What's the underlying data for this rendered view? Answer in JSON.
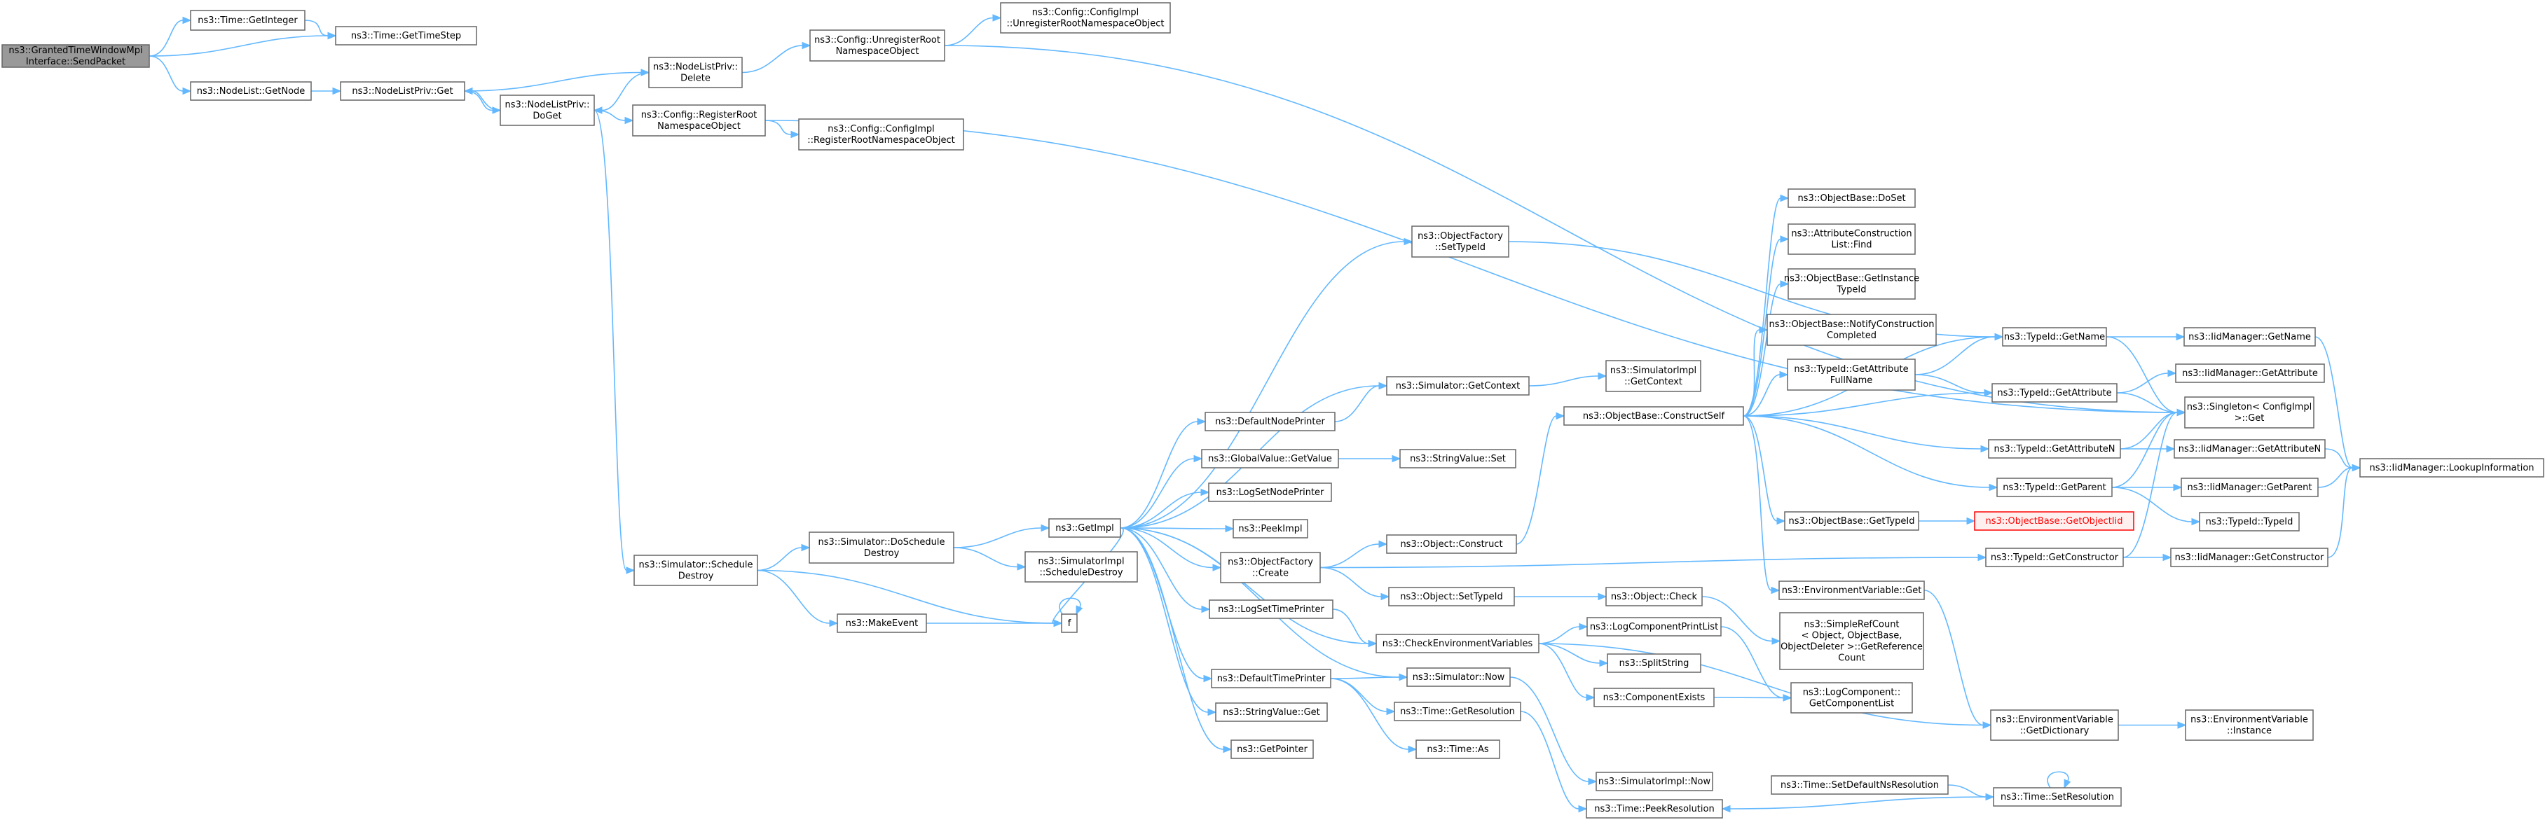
{
  "colors": {
    "edge": "#63b8ff",
    "node_border": "#666666",
    "root_fill": "#999999",
    "highlight": "#ff0000"
  },
  "nodes": [
    {
      "id": "root",
      "lines": [
        "ns3::GrantedTimeWindowMpi",
        "Interface::SendPacket"
      ],
      "cls": "root"
    },
    {
      "id": "getint",
      "lines": [
        "ns3::Time::GetInteger"
      ]
    },
    {
      "id": "gettimestep",
      "lines": [
        "ns3::Time::GetTimeStep"
      ]
    },
    {
      "id": "nodelistgetnode",
      "lines": [
        "ns3::NodeList::GetNode"
      ]
    },
    {
      "id": "nlpget",
      "lines": [
        "ns3::NodeListPriv::Get"
      ]
    },
    {
      "id": "nlpdelete",
      "lines": [
        "ns3::NodeListPriv::",
        "Delete"
      ]
    },
    {
      "id": "nlpdoget",
      "lines": [
        "ns3::NodeListPriv::",
        "DoGet"
      ]
    },
    {
      "id": "cfgunreg",
      "lines": [
        "ns3::Config::UnregisterRoot",
        "NamespaceObject"
      ]
    },
    {
      "id": "cfgimplunreg",
      "lines": [
        "ns3::Config::ConfigImpl",
        "::UnregisterRootNamespaceObject"
      ]
    },
    {
      "id": "cfgreg",
      "lines": [
        "ns3::Config::RegisterRoot",
        "NamespaceObject"
      ]
    },
    {
      "id": "cfgimplreg",
      "lines": [
        "ns3::Config::ConfigImpl",
        "::RegisterRootNamespaceObject"
      ]
    },
    {
      "id": "schedulestroy",
      "lines": [
        "ns3::Simulator::Schedule",
        "Destroy"
      ]
    },
    {
      "id": "doschedestroy",
      "lines": [
        "ns3::Simulator::DoSchedule",
        "Destroy"
      ]
    },
    {
      "id": "makeevent",
      "lines": [
        "ns3::MakeEvent"
      ]
    },
    {
      "id": "f",
      "lines": [
        "f"
      ]
    },
    {
      "id": "getimpl",
      "lines": [
        "ns3::GetImpl"
      ]
    },
    {
      "id": "simimplschedestroy",
      "lines": [
        "ns3::SimulatorImpl",
        "::ScheduleDestroy"
      ]
    },
    {
      "id": "objfactorysettypeid",
      "lines": [
        "ns3::ObjectFactory",
        "::SetTypeId"
      ]
    },
    {
      "id": "simgetcontext",
      "lines": [
        "ns3::Simulator::GetContext"
      ]
    },
    {
      "id": "simimplgetcontext",
      "lines": [
        "ns3::SimulatorImpl",
        "::GetContext"
      ]
    },
    {
      "id": "defaultnodeprinter",
      "lines": [
        "ns3::DefaultNodePrinter"
      ]
    },
    {
      "id": "globalvaluegetvalue",
      "lines": [
        "ns3::GlobalValue::GetValue"
      ]
    },
    {
      "id": "stringvalueset",
      "lines": [
        "ns3::StringValue::Set"
      ]
    },
    {
      "id": "logsetnodeprinter",
      "lines": [
        "ns3::LogSetNodePrinter"
      ]
    },
    {
      "id": "peekimpl",
      "lines": [
        "ns3::PeekImpl"
      ]
    },
    {
      "id": "objectconstruct",
      "lines": [
        "ns3::Object::Construct"
      ]
    },
    {
      "id": "objfactorycreate",
      "lines": [
        "ns3::ObjectFactory",
        "::Create"
      ]
    },
    {
      "id": "objectsettypeid",
      "lines": [
        "ns3::Object::SetTypeId"
      ]
    },
    {
      "id": "logsettimeprinter",
      "lines": [
        "ns3::LogSetTimePrinter"
      ]
    },
    {
      "id": "checkenvvars",
      "lines": [
        "ns3::CheckEnvironmentVariables"
      ]
    },
    {
      "id": "defaulttimeprinter",
      "lines": [
        "ns3::DefaultTimePrinter"
      ]
    },
    {
      "id": "stringvalueget",
      "lines": [
        "ns3::StringValue::Get"
      ]
    },
    {
      "id": "getpointer",
      "lines": [
        "ns3::GetPointer"
      ]
    },
    {
      "id": "simnow",
      "lines": [
        "ns3::Simulator::Now"
      ]
    },
    {
      "id": "timegetresolution",
      "lines": [
        "ns3::Time::GetResolution"
      ]
    },
    {
      "id": "timeas",
      "lines": [
        "ns3::Time::As"
      ]
    },
    {
      "id": "simimplnow",
      "lines": [
        "ns3::SimulatorImpl::Now"
      ]
    },
    {
      "id": "timepeekresolution",
      "lines": [
        "ns3::Time::PeekResolution"
      ]
    },
    {
      "id": "timesetdefaultns",
      "lines": [
        "ns3::Time::SetDefaultNsResolution"
      ]
    },
    {
      "id": "timesetresolution",
      "lines": [
        "ns3::Time::SetResolution"
      ]
    },
    {
      "id": "objectcheck",
      "lines": [
        "ns3::Object::Check"
      ]
    },
    {
      "id": "simplerefcount",
      "lines": [
        "ns3::SimpleRefCount",
        "< Object, ObjectBase,",
        "ObjectDeleter >::GetReference",
        "Count"
      ]
    },
    {
      "id": "logcompprintlist",
      "lines": [
        "ns3::LogComponentPrintList"
      ]
    },
    {
      "id": "splitstring",
      "lines": [
        "ns3::SplitString"
      ]
    },
    {
      "id": "componentexists",
      "lines": [
        "ns3::ComponentExists"
      ]
    },
    {
      "id": "logcompgetlist",
      "lines": [
        "ns3::LogComponent::",
        "GetComponentList"
      ]
    },
    {
      "id": "constructself",
      "lines": [
        "ns3::ObjectBase::ConstructSelf"
      ]
    },
    {
      "id": "objbasedoset",
      "lines": [
        "ns3::ObjectBase::DoSet"
      ]
    },
    {
      "id": "attrconstructionfind",
      "lines": [
        "ns3::AttributeConstruction",
        "List::Find"
      ]
    },
    {
      "id": "objbasegetinstancetypeid",
      "lines": [
        "ns3::ObjectBase::GetInstance",
        "TypeId"
      ]
    },
    {
      "id": "objbasenotify",
      "lines": [
        "ns3::ObjectBase::NotifyConstruction",
        "Completed"
      ]
    },
    {
      "id": "typeidgetattrfullname",
      "lines": [
        "ns3::TypeId::GetAttribute",
        "FullName"
      ]
    },
    {
      "id": "objbasegettypeid",
      "lines": [
        "ns3::ObjectBase::GetTypeId"
      ]
    },
    {
      "id": "objbasegetobjectiid",
      "lines": [
        "ns3::ObjectBase::GetObjectIid"
      ],
      "cls": "red"
    },
    {
      "id": "envvarget",
      "lines": [
        "ns3::EnvironmentVariable::Get"
      ]
    },
    {
      "id": "envvargetdict",
      "lines": [
        "ns3::EnvironmentVariable",
        "::GetDictionary"
      ]
    },
    {
      "id": "envvarinstance",
      "lines": [
        "ns3::EnvironmentVariable",
        "::Instance"
      ]
    },
    {
      "id": "typeidgetname",
      "lines": [
        "ns3::TypeId::GetName"
      ]
    },
    {
      "id": "typeidgetattribute",
      "lines": [
        "ns3::TypeId::GetAttribute"
      ]
    },
    {
      "id": "typeidgetattrn",
      "lines": [
        "ns3::TypeId::GetAttributeN"
      ]
    },
    {
      "id": "typeidgetparent",
      "lines": [
        "ns3::TypeId::GetParent"
      ]
    },
    {
      "id": "typeidgetconstructor",
      "lines": [
        "ns3::TypeId::GetConstructor"
      ]
    },
    {
      "id": "singletonget",
      "lines": [
        "ns3::Singleton< ConfigImpl",
        ">::Get"
      ]
    },
    {
      "id": "iidgetname",
      "lines": [
        "ns3::IidManager::GetName"
      ]
    },
    {
      "id": "iidgetattribute",
      "lines": [
        "ns3::IidManager::GetAttribute"
      ]
    },
    {
      "id": "iidgetattrn",
      "lines": [
        "ns3::IidManager::GetAttributeN"
      ]
    },
    {
      "id": "iidgetparent",
      "lines": [
        "ns3::IidManager::GetParent"
      ]
    },
    {
      "id": "typeidtypeid",
      "lines": [
        "ns3::TypeId::TypeId"
      ]
    },
    {
      "id": "iidgetconstructor",
      "lines": [
        "ns3::IidManager::GetConstructor"
      ]
    },
    {
      "id": "iidlookup",
      "lines": [
        "ns3::IidManager::LookupInformation"
      ]
    }
  ]
}
